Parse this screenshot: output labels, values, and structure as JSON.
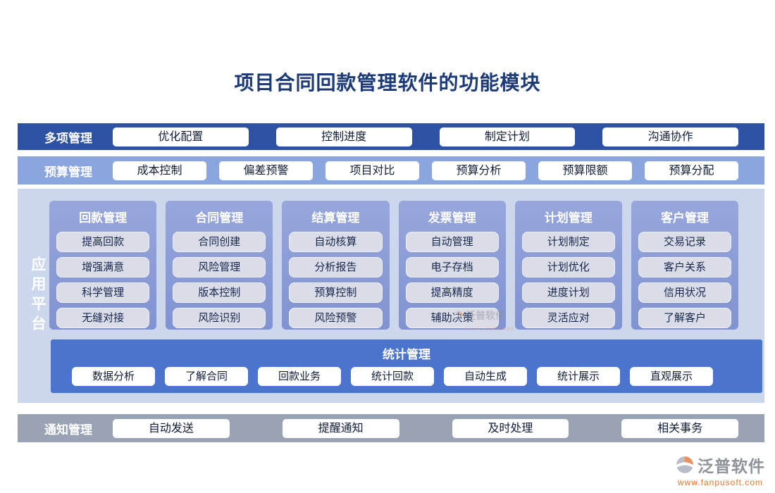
{
  "title": "项目合同回款管理软件的功能模块",
  "bands": {
    "multi": {
      "label": "多项管理",
      "items": [
        "优化配置",
        "控制进度",
        "制定计划",
        "沟通协作"
      ]
    },
    "budget": {
      "label": "预算管理",
      "items": [
        "成本控制",
        "偏差预警",
        "项目对比",
        "预算分析",
        "预算限额",
        "预算分配"
      ]
    },
    "notice": {
      "label": "通知管理",
      "items": [
        "自动发送",
        "提醒通知",
        "及时处理",
        "相关事务"
      ]
    }
  },
  "platform": {
    "label": "应用平台",
    "columns": [
      {
        "title": "回款管理",
        "items": [
          "提高回款",
          "增强满意",
          "科学管理",
          "无缝对接"
        ]
      },
      {
        "title": "合同管理",
        "items": [
          "合同创建",
          "风险管理",
          "版本控制",
          "风险识别"
        ]
      },
      {
        "title": "结算管理",
        "items": [
          "自动核算",
          "分析报告",
          "预算控制",
          "风险预警"
        ]
      },
      {
        "title": "发票管理",
        "items": [
          "自动管理",
          "电子存档",
          "提高精度",
          "辅助决策"
        ]
      },
      {
        "title": "计划管理",
        "items": [
          "计划制定",
          "计划优化",
          "进度计划",
          "灵活应对"
        ]
      },
      {
        "title": "客户管理",
        "items": [
          "交易记录",
          "客户关系",
          "信用状况",
          "了解客户"
        ]
      }
    ],
    "stats": {
      "title": "统计管理",
      "items": [
        "数据分析",
        "了解合同",
        "回款业务",
        "统计回款",
        "自动生成",
        "统计展示",
        "直观展示"
      ]
    }
  },
  "watermark": {
    "brand": "泛普软件",
    "subtext": "FANPU SOFTWARE"
  },
  "footer": {
    "brand": "泛普软件",
    "url": "www.fanpusoft.com"
  },
  "colors": {
    "title_navy": "#1c3a78",
    "band_multi_blue": "#2d51a3",
    "band_budget_blue": "#8ba6de",
    "panel_light_blue": "#ccd6ec",
    "card_blue": "#8c9ed7",
    "stats_bar_blue": "#4b74cd",
    "band_notice_gray": "#99a3b4",
    "brand_orange": "#e8732a",
    "brand_gray": "#8f9199"
  }
}
